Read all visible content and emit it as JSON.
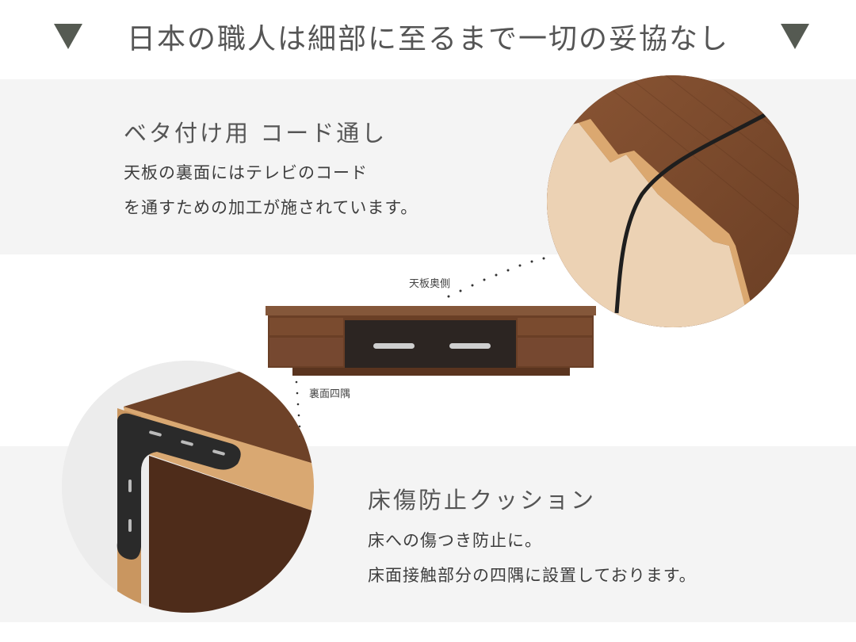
{
  "header": {
    "title": "日本の職人は細部に至るまで一切の妥協なし",
    "left_marker_icon": "triangle-down-icon",
    "right_marker_icon": "triangle-down-icon",
    "marker_color": "#555a52"
  },
  "sections": [
    {
      "title": "ベタ付け用 コード通し",
      "body_lines": [
        "天板の裏面にはテレビのコード",
        "を通すための加工が施されています。"
      ],
      "image": "cord-notch-closeup-photo"
    },
    {
      "title": "床傷防止クッション",
      "body_lines": [
        "床への傷つき防止に。",
        "床面接触部分の四隅に設置しております。"
      ],
      "image": "corner-cushion-closeup-photo"
    }
  ],
  "product": {
    "image": "tv-stand-photo",
    "callouts": {
      "top": "天板奥側",
      "bottom": "裏面四隅"
    }
  },
  "colors": {
    "band_background": "#f4f4f4",
    "text": "#4a4a4a",
    "wood_dark": "#6e4228",
    "wood_light": "#d9a872"
  }
}
